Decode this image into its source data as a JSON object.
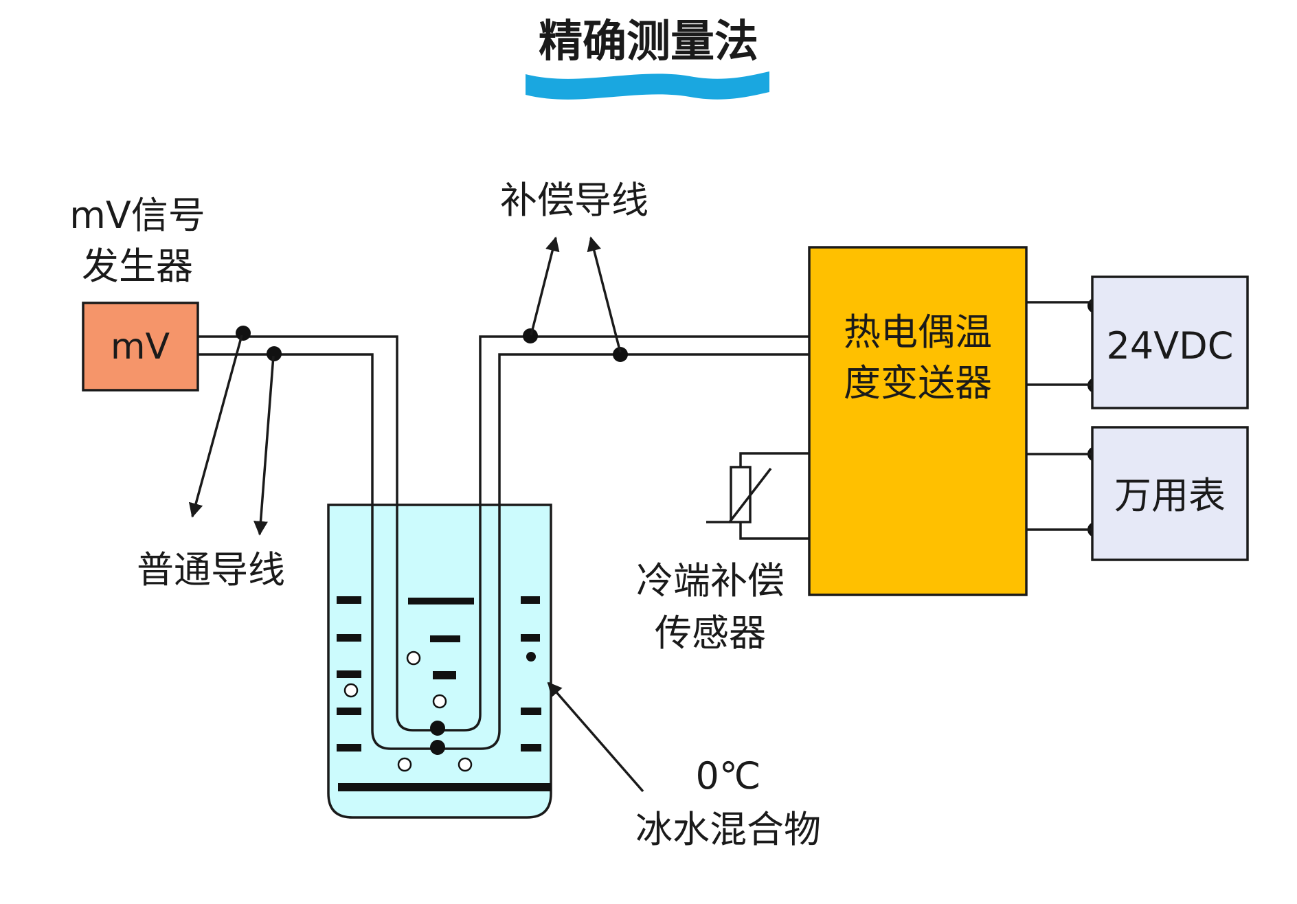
{
  "title": "精确测量法",
  "colors": {
    "title_wave": "#1aa7e0",
    "generator_fill": "#f5956a",
    "transmitter_fill": "#ffc000",
    "power_fill": "#e6e9f7",
    "meter_fill": "#e6e9f7",
    "ice_water_fill": "#ccfbfd",
    "line": "#1a1a1a"
  },
  "labels": {
    "generator_line1": "mV信号",
    "generator_line2": "发生器",
    "generator_box": "mV",
    "common_wire": "普通导线",
    "compensation_wire": "补偿导线",
    "transmitter_line1": "热电偶温",
    "transmitter_line2": "度变送器",
    "power_supply": "24VDC",
    "multimeter": "万用表",
    "cold_junction_line1": "冷端补偿",
    "cold_junction_line2": "传感器",
    "ice_line1": "0℃",
    "ice_line2": "冰水混合物"
  },
  "icons": [
    "resistor-sensor-icon",
    "arrow-icon",
    "junction-dot-icon",
    "wave-underline-icon"
  ]
}
